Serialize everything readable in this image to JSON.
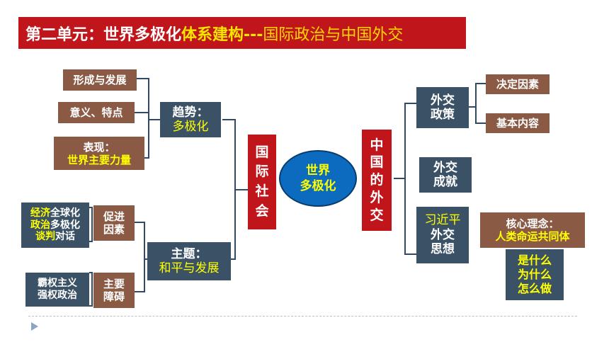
{
  "title": {
    "part1": "第二单元：世界多极化",
    "part2": "体系建构---",
    "part3": "国际政治与中国外交"
  },
  "left": {
    "formation": "形成与发展",
    "meaning": "意义、特点",
    "manifest_line1": "表现：",
    "manifest_line2": "世界主要力量",
    "trend_line1": "趋势：",
    "trend_line2": "多极化",
    "promote_items": [
      {
        "hl": "经济",
        "rest": "全球化"
      },
      {
        "hl": "政治",
        "rest": "多极化"
      },
      {
        "hl": "谈判",
        "rest": "对话"
      }
    ],
    "promote_label_1": "促进",
    "promote_label_2": "因素",
    "obstacle_items": [
      "霸权主义",
      "强权政治"
    ],
    "obstacle_label_1": "主要",
    "obstacle_label_2": "障碍",
    "theme_line1": "主题：",
    "theme_line2": "和平与发展"
  },
  "center": {
    "intl_society": [
      "国",
      "际",
      "社",
      "会"
    ],
    "world_line1": "世界",
    "world_line2": "多极化",
    "china_diplomacy": [
      "中",
      "国",
      "的",
      "外",
      "交"
    ]
  },
  "right": {
    "policy_line1": "外交",
    "policy_line2": "政策",
    "decisive": "决定因素",
    "basic": "基本内容",
    "achievement_line1": "外交",
    "achievement_line2": "成就",
    "xi_line1": "习近平",
    "xi_line2": "外交",
    "xi_line3": "思想",
    "core_line1": "核心理念：",
    "core_line2": "人类命运共同体",
    "questions": [
      "是什么",
      "为什么",
      "怎么做"
    ]
  }
}
